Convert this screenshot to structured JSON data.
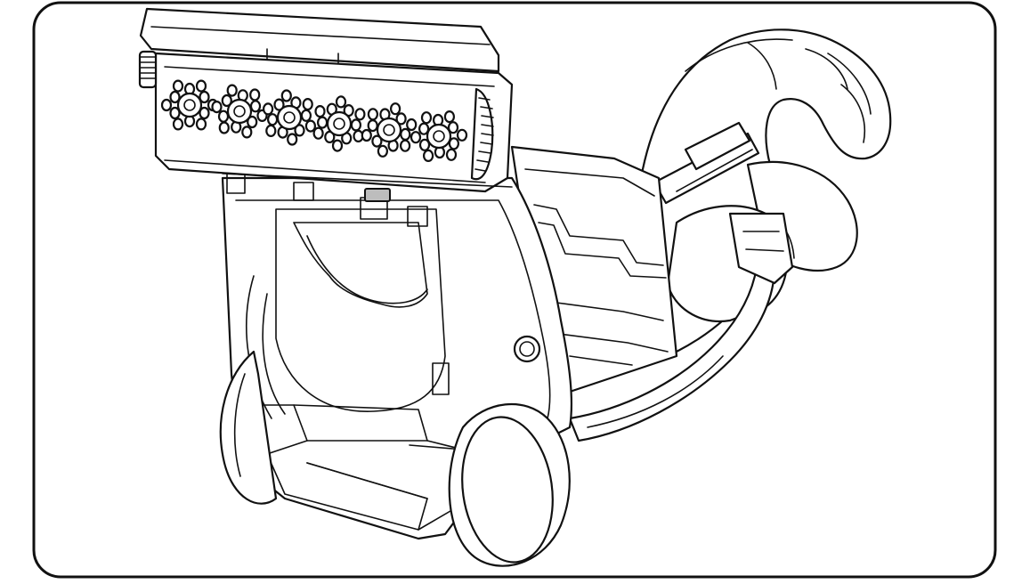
{
  "figure": {
    "brush_rolls": [
      {
        "bristle_tufts": 12
      },
      {
        "bristle_tufts": 12
      },
      {
        "bristle_tufts": 12
      },
      {
        "bristle_tufts": 12
      },
      {
        "bristle_tufts": 12
      },
      {
        "bristle_tufts": 12
      }
    ],
    "colors": {
      "line": "#111111",
      "fill": "#ffffff",
      "latch": "#bdbdbd"
    }
  }
}
